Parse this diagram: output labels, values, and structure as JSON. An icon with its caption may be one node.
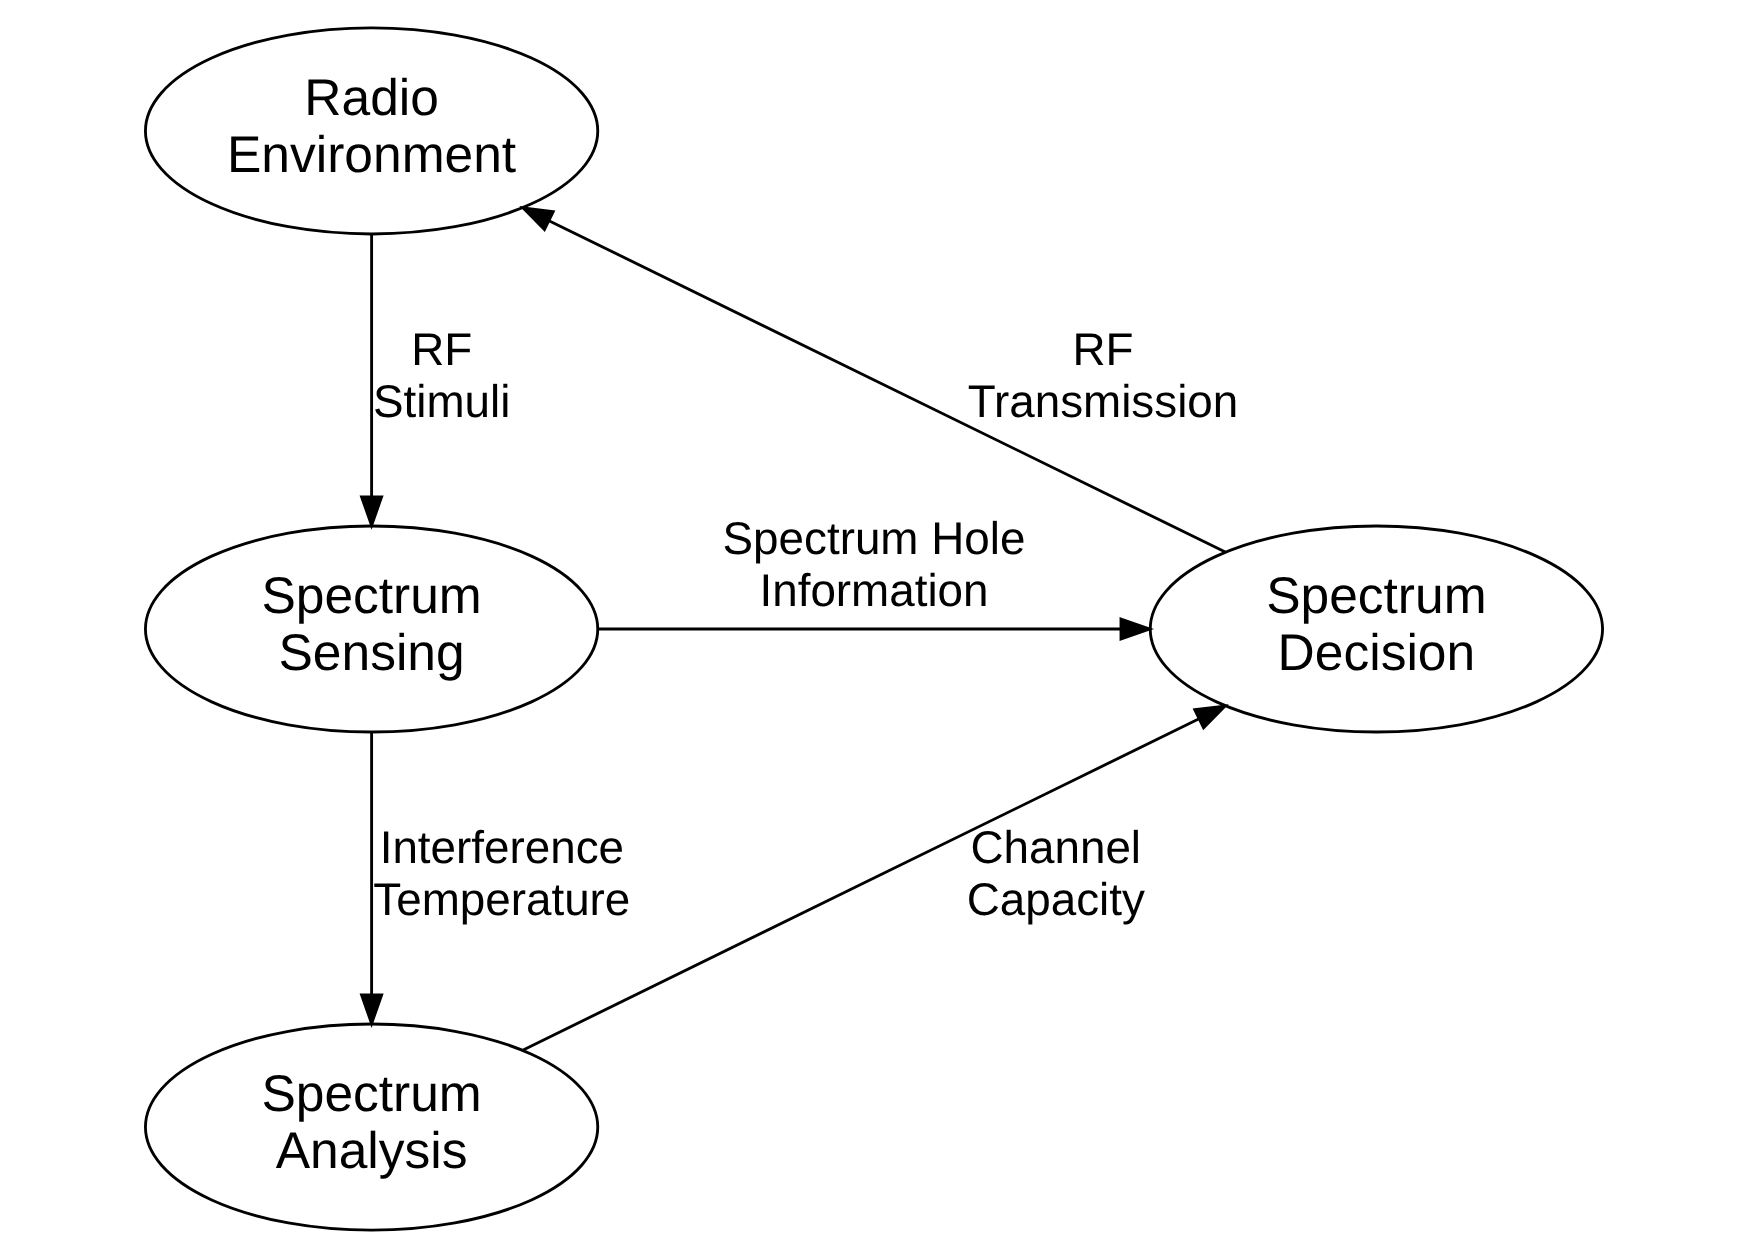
{
  "diagram": {
    "nodes": [
      {
        "text": [
          "Radio Environment"
        ]
      },
      {
        "text": [
          "Spectrum Decision"
        ]
      },
      {
        "text": [
          "Spectrum Sensing"
        ]
      },
      {
        "text": [
          "Spectrum Analysis"
        ]
      }
    ],
    "edges": [
      {
        "from": 0,
        "to": 2,
        "arrow": "to",
        "label": "RF Stimuli"
      },
      {
        "from": 2,
        "to": 1,
        "arrow": "to",
        "label": "Spectrum Hole Information"
      },
      {
        "from": 2,
        "to": 3,
        "arrow": "to",
        "label": "Interference Temperature"
      },
      {
        "from": 3,
        "to": 1,
        "arrow": "to",
        "label": "Channel Capacity"
      },
      {
        "from": 1,
        "to": 0,
        "arrow": "to",
        "label": "RF Transmission"
      }
    ]
  }
}
